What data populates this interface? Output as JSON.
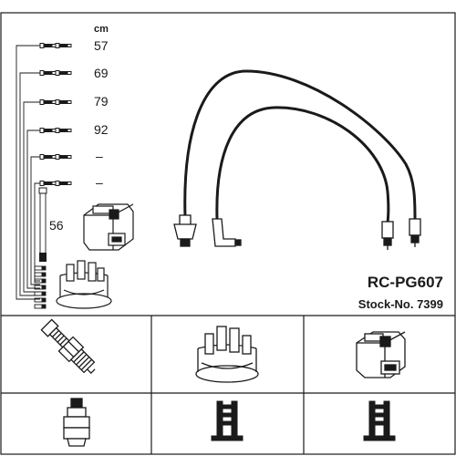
{
  "product": {
    "code": "RC-PG607",
    "stock": "Stock-No. 7399"
  },
  "lengths": {
    "unit": "cm",
    "items": [
      "57",
      "69",
      "79",
      "92",
      "–",
      "–"
    ],
    "coil_lead": "56"
  },
  "icons": {
    "spark_plug": "spark-plug-icon",
    "distributor_cap": "distributor-cap-icon",
    "ignition_coil": "ignition-coil-icon",
    "plug_connector": "plug-connector-icon",
    "terminal_a": "terminal-a-icon",
    "terminal_b": "terminal-b-icon"
  },
  "colors": {
    "line": "#1a1a1a",
    "background": "#ffffff"
  }
}
